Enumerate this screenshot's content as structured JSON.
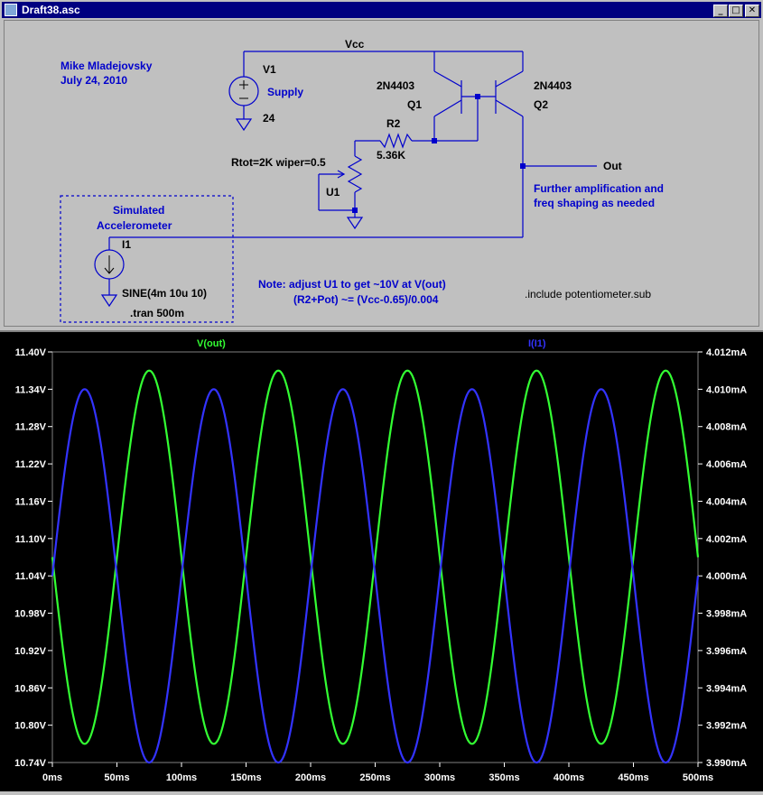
{
  "window": {
    "title": "Draft38.asc",
    "controls": {
      "minimize": "_",
      "maximize": "□",
      "close": "✕"
    }
  },
  "schematic": {
    "author": "Mike Mladejovsky",
    "date": "July 24, 2010",
    "vcc_label": "Vcc",
    "v1_name": "V1",
    "v1_label": "Supply",
    "v1_value": "24",
    "q1_type": "2N4403",
    "q1_name": "Q1",
    "q2_type": "2N4403",
    "q2_name": "Q2",
    "r2_name": "R2",
    "r2_value": "5.36K",
    "pot_params": "Rtot=2K wiper=0.5",
    "u1_name": "U1",
    "out_label": "Out",
    "further_line1": "Further amplification and",
    "further_line2": "freq shaping as needed",
    "sim_line1": "Simulated",
    "sim_line2": "Accelerometer",
    "i1_name": "I1",
    "i1_value": "SINE(4m 10u 10)",
    "tran": ".tran 500m",
    "note_line1": "Note: adjust U1 to get ~10V at V(out)",
    "note_line2": "(R2+Pot) ~= (Vcc-0.65)/0.004",
    "include": ".include potentiometer.sub"
  },
  "colors": {
    "schematic_wire": "#0000cc",
    "text_blue": "#0000cc",
    "v_out": "#33ff33",
    "i_i1": "#3333ff",
    "plot_bg": "#000000",
    "axis_text": "#ffffff"
  },
  "chart_data": {
    "type": "line",
    "series": [
      {
        "name": "V(out)",
        "axis": "left",
        "offset": 11.07,
        "amplitude": 0.3,
        "frequency_hz": 10,
        "phase": "negative sine",
        "unit": "V"
      },
      {
        "name": "I(I1)",
        "axis": "right",
        "offset": 4.0,
        "amplitude": 0.01,
        "frequency_hz": 10,
        "phase": "sine",
        "unit": "mA"
      }
    ],
    "x_ticks": [
      "0ms",
      "50ms",
      "100ms",
      "150ms",
      "200ms",
      "250ms",
      "300ms",
      "350ms",
      "400ms",
      "450ms",
      "500ms"
    ],
    "xlim": [
      0,
      500
    ],
    "y_left_ticks": [
      "11.40V",
      "11.34V",
      "11.28V",
      "11.22V",
      "11.16V",
      "11.10V",
      "11.04V",
      "10.98V",
      "10.92V",
      "10.86V",
      "10.80V",
      "10.74V"
    ],
    "ylim_left": [
      10.74,
      11.4
    ],
    "y_right_ticks": [
      "4.012mA",
      "4.010mA",
      "4.008mA",
      "4.006mA",
      "4.004mA",
      "4.002mA",
      "4.000mA",
      "3.998mA",
      "3.996mA",
      "3.994mA",
      "3.992mA",
      "3.990mA"
    ],
    "ylim_right": [
      3.99,
      4.012
    ],
    "grid": false
  }
}
